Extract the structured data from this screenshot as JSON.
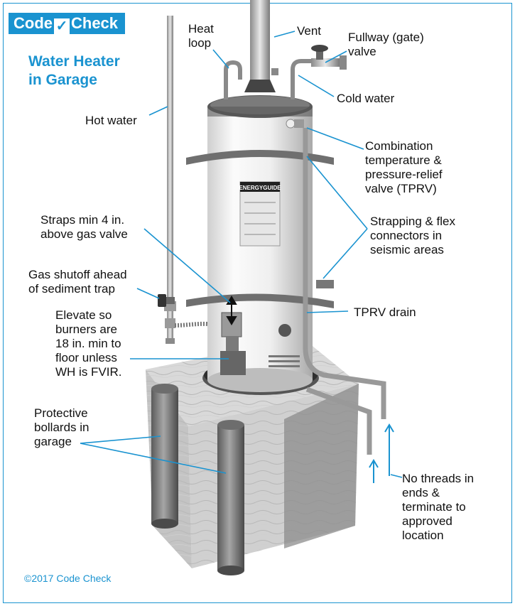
{
  "logo": {
    "left": "Code",
    "right": "Check",
    "check_glyph": "✓"
  },
  "title": {
    "line1": "Water Heater",
    "line2": "in Garage"
  },
  "labels": {
    "heat_loop": [
      "Heat",
      "loop"
    ],
    "vent": [
      "Vent"
    ],
    "gate_valve": [
      "Fullway (gate)",
      "valve"
    ],
    "cold_water": [
      "Cold water"
    ],
    "hot_water": [
      "Hot water"
    ],
    "tprv": [
      "Combination",
      "temperature &",
      "pressure-relief",
      "valve (TPRV)"
    ],
    "straps": [
      "Straps min 4 in.",
      "above gas valve"
    ],
    "strapping_flex": [
      "Strapping & flex",
      "connectors in",
      "seismic areas"
    ],
    "gas_shutoff": [
      "Gas shutoff ahead",
      "of sediment trap"
    ],
    "tprv_drain": [
      "TPRV drain"
    ],
    "elevate": [
      "Elevate so",
      "burners are",
      "18 in. min to",
      "floor unless",
      "WH is FVIR."
    ],
    "bollards": [
      "Protective",
      "bollards in",
      "garage"
    ],
    "no_threads": [
      "No threads in",
      "ends &",
      "terminate to",
      "approved",
      "location"
    ]
  },
  "energyguide_label": "ENERGYGUIDE",
  "copyright": "©2017 Code Check",
  "colors": {
    "accent": "#1a93d0",
    "leader": "#1a93d0",
    "text": "#111111"
  }
}
